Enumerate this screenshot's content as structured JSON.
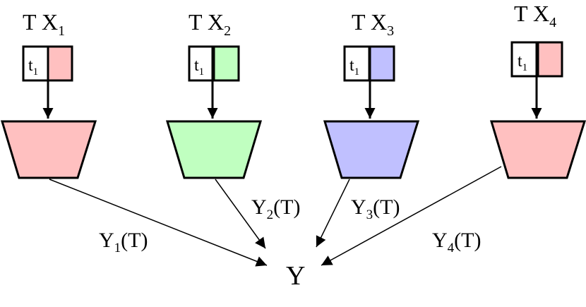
{
  "colors": {
    "pink": "#ffc0c0",
    "green": "#c0ffc0",
    "blue": "#c0c0ff",
    "stroke": "#000000"
  },
  "branches": [
    {
      "top_label_main": "T X",
      "top_label_sub": "1",
      "cell_label_main": "t",
      "cell_label_sub": "1",
      "fill": "#ffc0c0",
      "output_label_main": "Y",
      "output_label_sub": "1",
      "output_label_tail": "(T)"
    },
    {
      "top_label_main": "T X",
      "top_label_sub": "2",
      "cell_label_main": "t",
      "cell_label_sub": "1",
      "fill": "#c0ffc0",
      "output_label_main": "Y",
      "output_label_sub": "2",
      "output_label_tail": "(T)"
    },
    {
      "top_label_main": "T X",
      "top_label_sub": "3",
      "cell_label_main": "t",
      "cell_label_sub": "1",
      "fill": "#c0c0ff",
      "output_label_main": "Y",
      "output_label_sub": "3",
      "output_label_tail": "(T)"
    },
    {
      "top_label_main": "T X",
      "top_label_sub": "4",
      "cell_label_main": "t",
      "cell_label_sub": "1",
      "fill": "#ffc0c0",
      "output_label_main": "Y",
      "output_label_sub": "4",
      "output_label_tail": "(T)"
    }
  ],
  "final_output": "Y"
}
